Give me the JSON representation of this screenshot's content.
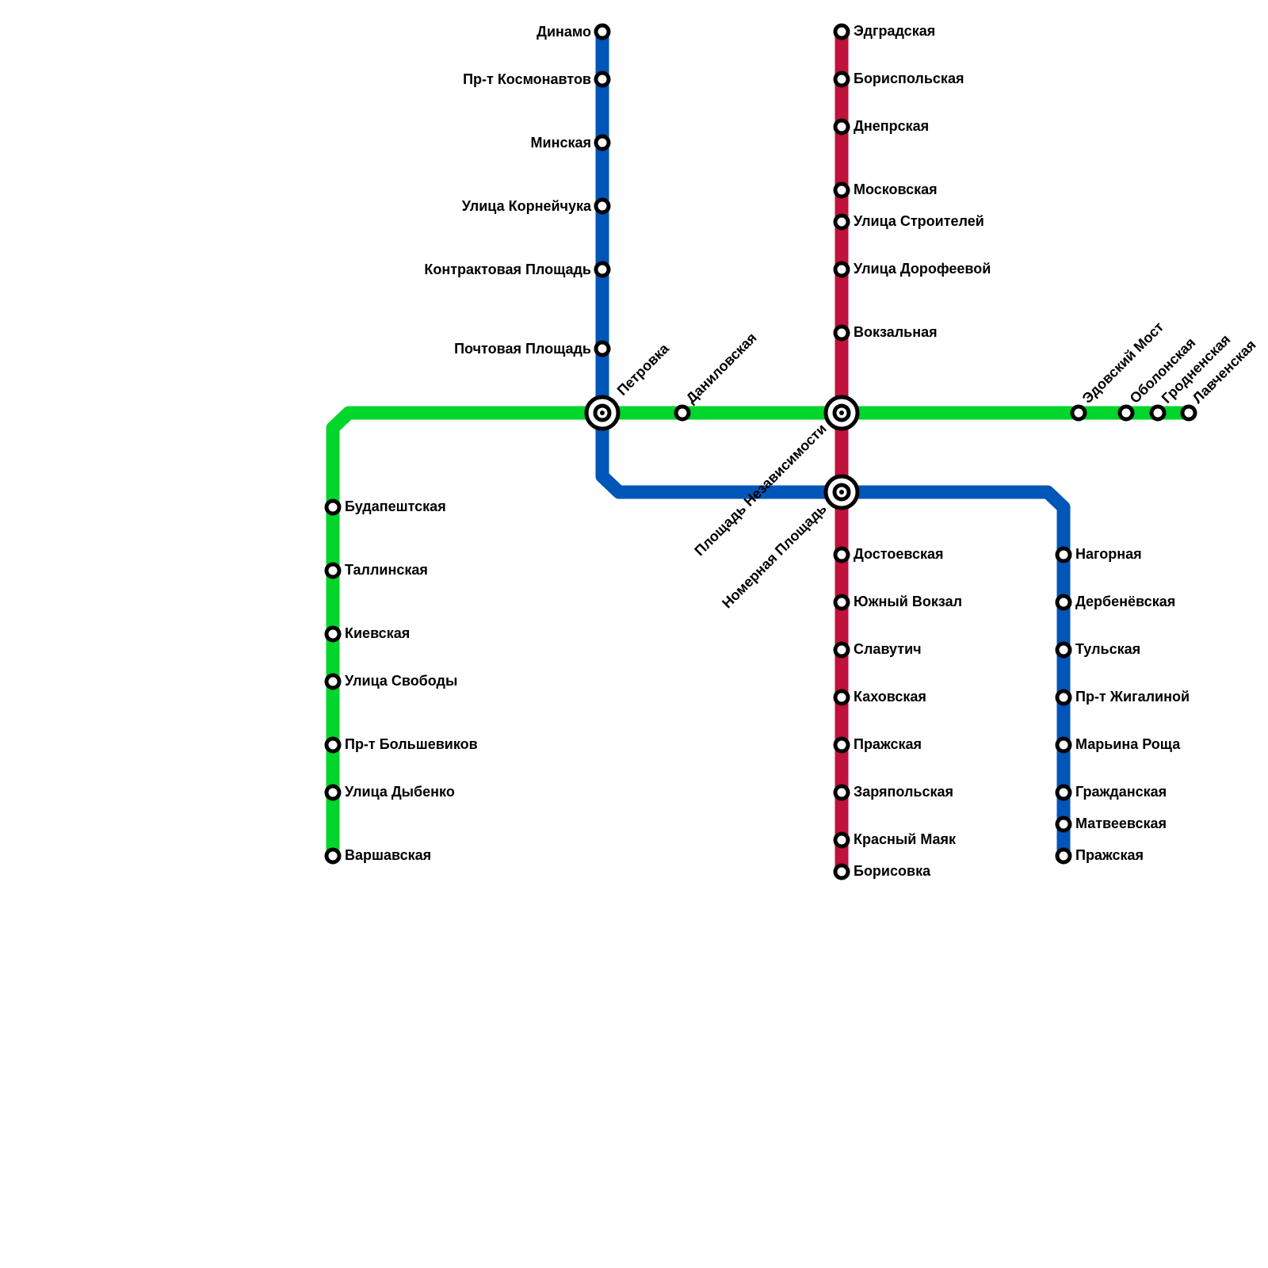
{
  "colors": {
    "green_line": "#00D62B",
    "blue_line": "#0055B8",
    "red_line": "#C0123C",
    "station_stroke": "#000000",
    "station_fill": "#FFFFFF"
  },
  "lines": [
    {
      "name": "green",
      "color": "#00D62B"
    },
    {
      "name": "blue",
      "color": "#0055B8"
    },
    {
      "name": "red",
      "color": "#C0123C"
    }
  ],
  "stations": {
    "dinamo": "Динамо",
    "kosmonavtov": "Пр-т Космонавтов",
    "minskaya": "Минская",
    "korneychuka": "Улица Корнейчука",
    "kontraktovaya": "Контрактовая Площадь",
    "pochtovaya": "Почтовая Площадь",
    "petrovka": "Петровка",
    "danilovskaya": "Даниловская",
    "edgradskaya": "Эдградская",
    "borispolskaya": "Бориспольская",
    "dneprskaya": "Днепрская",
    "moskovskaya": "Московская",
    "stroiteley": "Улица Строителей",
    "dorofeevoy": "Улица Дорофеевой",
    "vokzalnaya": "Вокзальная",
    "nezavisimosti": "Площадь Независимости",
    "nomernaya": "Номерная Площадь",
    "dostoevskaya": "Достоевская",
    "yuzhny_vokzal": "Южный Вокзал",
    "slavutich": "Славутич",
    "kahovskaya": "Каховская",
    "prazhskaya_red": "Пражская",
    "zaryapolskaya": "Заряпольская",
    "krasny_mayak": "Красный Маяк",
    "borisovka": "Борисовка",
    "edovsky_most": "Эдовский Мост",
    "obolonskaya": "Оболонская",
    "grodnenskaya": "Гродненская",
    "lavchenskaya": "Лавченская",
    "budapeshtskaya": "Будапештская",
    "tallinskaya": "Таллинская",
    "kievskaya": "Киевская",
    "svobody": "Улица Свободы",
    "bolshevikov": "Пр-т Большевиков",
    "dybenko": "Улица Дыбенко",
    "varshavskaya": "Варшавская",
    "nagornaya": "Нагорная",
    "derbenevskaya": "Дербенёвская",
    "tulskaya": "Тульская",
    "zhigalinoy": "Пр-т Жигалиной",
    "marina_roshcha": "Марьина Роща",
    "grazhdanskaya": "Гражданская",
    "matveevskaya": "Матвеевская",
    "prazhskaya_blue": "Пражская"
  }
}
